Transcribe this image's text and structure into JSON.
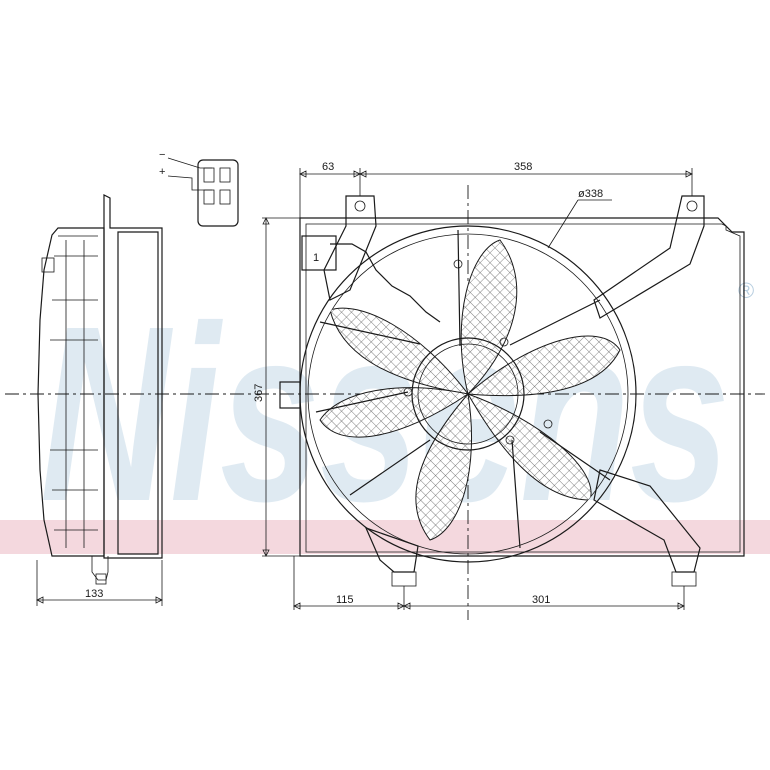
{
  "watermark": {
    "text": "Nissens",
    "registered": "®",
    "band_color": "#e6a9b5",
    "text_color": "#cfe0ec"
  },
  "connector": {
    "minus": "−",
    "plus": "+"
  },
  "wire_label": "1",
  "dimensions": {
    "offset_left": "63",
    "width": "358",
    "fan_diameter": "ø338",
    "height": "367",
    "bottom_left": "115",
    "bottom_span": "301",
    "depth": "133"
  }
}
